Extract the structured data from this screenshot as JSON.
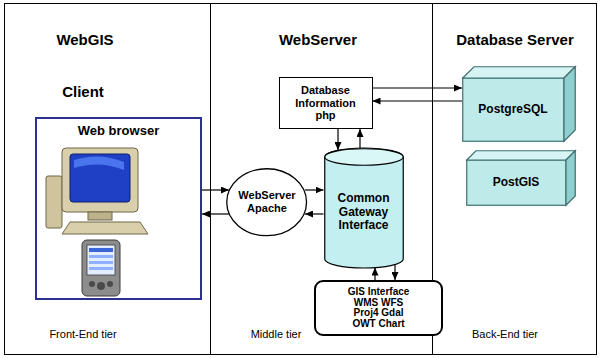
{
  "diagram": {
    "nodes": [
      {
        "text": [
          "Web browser"
        ]
      },
      {
        "text": [
          "Database Information php"
        ]
      },
      {
        "text": [
          "WebServer Apache"
        ]
      },
      {
        "text": [
          "Common Gateway Interface"
        ]
      },
      {
        "text": [
          "GIS Interface WMS WFS Proj4 Gdal OWT Chart"
        ]
      },
      {
        "text": [
          "PostgreSQL"
        ]
      },
      {
        "text": [
          "PostGIS"
        ]
      }
    ],
    "edges": [
      {
        "from": 0,
        "to": 2,
        "arrow": "to"
      },
      {
        "from": 2,
        "to": 0,
        "arrow": "to"
      },
      {
        "from": 2,
        "to": 3,
        "arrow": "to"
      },
      {
        "from": 3,
        "to": 2,
        "arrow": "to"
      },
      {
        "from": 1,
        "to": 3,
        "arrow": "to"
      },
      {
        "from": 3,
        "to": 1,
        "arrow": "to"
      },
      {
        "from": 1,
        "to": 5,
        "arrow": "to"
      },
      {
        "from": 5,
        "to": 1,
        "arrow": "to"
      },
      {
        "from": 3,
        "to": 4,
        "arrow": "to"
      },
      {
        "from": 4,
        "to": 3,
        "arrow": "to"
      }
    ],
    "labels": [
      "WebGIS",
      "WebServer",
      "Database Server",
      "Client",
      "Front-End tier",
      "Middle tier",
      "Back-End tier"
    ]
  }
}
